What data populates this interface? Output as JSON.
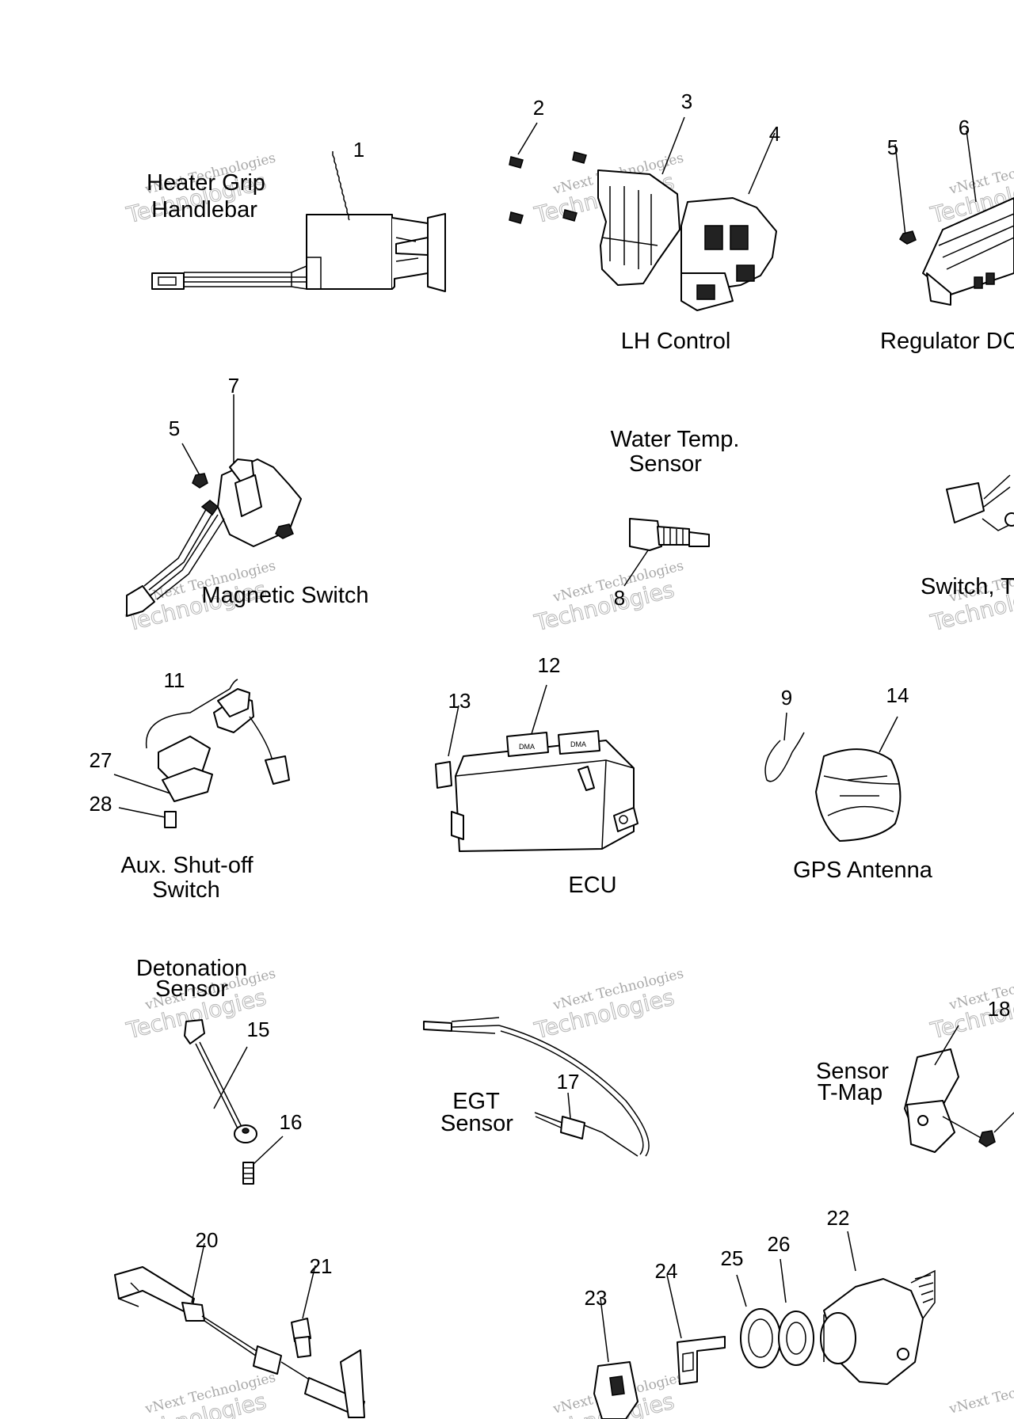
{
  "callouts": [
    "1",
    "2",
    "3",
    "4",
    "5",
    "6",
    "7",
    "5",
    "8",
    "9",
    "11",
    "12",
    "13",
    "14",
    "27",
    "28",
    "15",
    "16",
    "17",
    "18",
    "20",
    "21",
    "22",
    "23",
    "24",
    "25",
    "26"
  ],
  "labels": {
    "heater_grip": [
      "Heater Grip",
      "Handlebar"
    ],
    "lh_control": "LH Control",
    "regulator": "Regulator DC",
    "water_temp": [
      "Water Temp.",
      "Sensor"
    ],
    "magnetic_switch": "Magnetic Switch",
    "switch_t": "Switch, T",
    "aux_shutoff": [
      "Aux. Shut-off",
      "Switch"
    ],
    "ecu": "ECU",
    "gps_antenna": "GPS Antenna",
    "detonation": [
      "Detonation",
      "Sensor"
    ],
    "egt": [
      "EGT",
      "Sensor"
    ],
    "tmap": [
      "Sensor",
      "T-Map"
    ]
  },
  "watermark": {
    "line1": "vNext Technologies",
    "line2": "Technologies"
  },
  "ecu_connector_text": "DMA",
  "colors": {
    "line": "#000000",
    "watermark": "#9a9a9a",
    "background": "#ffffff"
  }
}
